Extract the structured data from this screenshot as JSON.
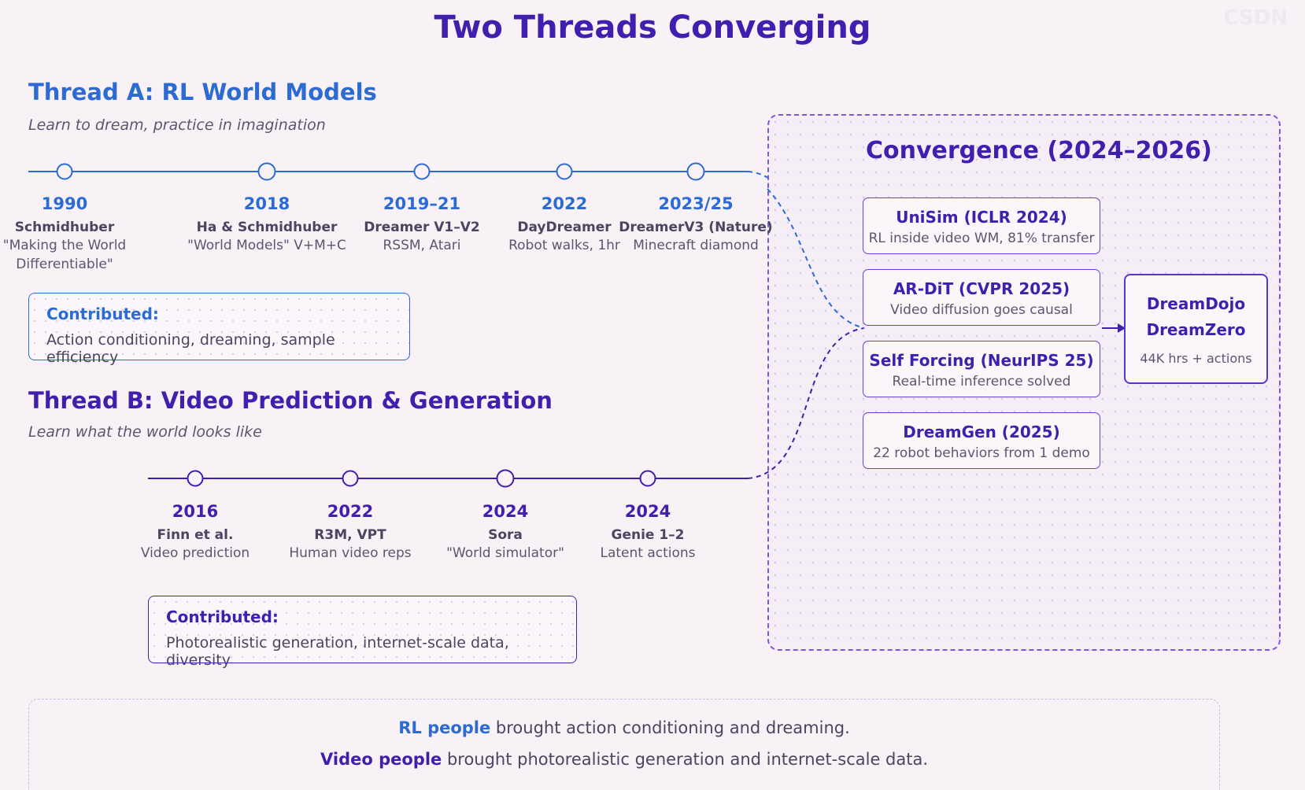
{
  "title": "Two Threads Converging",
  "watermark": "CSDN",
  "colors": {
    "thread_a": "#2c6bd4",
    "thread_b": "#3f1fae",
    "convergence": "#3f1fae",
    "background": "#f8f1f5"
  },
  "thread_a": {
    "title": "Thread A: RL World Models",
    "subtitle": "Learn to dream, practice in imagination",
    "events": [
      {
        "year": "1990",
        "name": "Schmidhuber",
        "desc1": "\"Making the World",
        "desc2": "Differentiable\""
      },
      {
        "year": "2018",
        "name": "Ha & Schmidhuber",
        "desc1": "\"World Models\" V+M+C",
        "desc2": ""
      },
      {
        "year": "2019–21",
        "name": "Dreamer V1–V2",
        "desc1": "RSSM, Atari",
        "desc2": ""
      },
      {
        "year": "2022",
        "name": "DayDreamer",
        "desc1": "Robot walks, 1hr",
        "desc2": ""
      },
      {
        "year": "2023/25",
        "name": "DreamerV3 (Nature)",
        "desc1": "Minecraft diamond",
        "desc2": ""
      }
    ],
    "contributed_label": "Contributed:",
    "contributed_text": "Action conditioning, dreaming, sample efficiency"
  },
  "thread_b": {
    "title": "Thread B: Video Prediction & Generation",
    "subtitle": "Learn what the world looks like",
    "events": [
      {
        "year": "2016",
        "name": "Finn et al.",
        "desc1": "Video prediction"
      },
      {
        "year": "2022",
        "name": "R3M, VPT",
        "desc1": "Human video reps"
      },
      {
        "year": "2024",
        "name": "Sora",
        "desc1": "\"World simulator\""
      },
      {
        "year": "2024",
        "name": "Genie 1–2",
        "desc1": "Latent actions"
      }
    ],
    "contributed_label": "Contributed:",
    "contributed_text": "Photorealistic generation, internet-scale data, diversity"
  },
  "convergence": {
    "title": "Convergence (2024–2026)",
    "boxes": [
      {
        "title": "UniSim (ICLR 2024)",
        "desc": "RL inside video WM, 81% transfer"
      },
      {
        "title": "AR-DiT (CVPR 2025)",
        "desc": "Video diffusion goes causal"
      },
      {
        "title": "Self Forcing (NeurIPS 25)",
        "desc": "Real-time inference solved"
      },
      {
        "title": "DreamGen (2025)",
        "desc": "22 robot behaviors from 1 demo"
      }
    ],
    "result": {
      "name1": "DreamDojo",
      "name2": "DreamZero",
      "desc": "44K hrs + actions"
    }
  },
  "summary": {
    "line1_bold": "RL people",
    "line1_rest": " brought action conditioning and dreaming.",
    "line2_bold": "Video people",
    "line2_rest": " brought photorealistic generation and internet-scale data."
  }
}
